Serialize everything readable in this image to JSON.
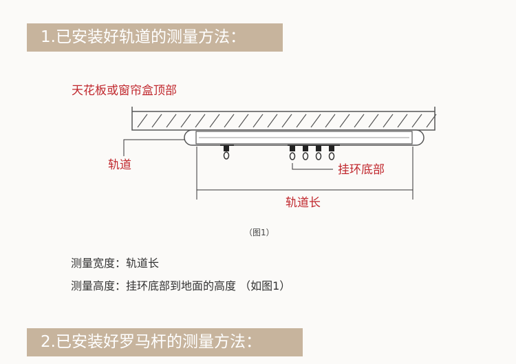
{
  "section1": {
    "title": "1.已安装好轨道的测量方法："
  },
  "diagram": {
    "label_ceiling": "天花板或窗帘盒顶部",
    "label_track": "轨道",
    "label_hook_bottom": "挂环底部",
    "label_track_length": "轨道长",
    "caption": "（图1）",
    "label_color": "#c0272d"
  },
  "notes": {
    "width": "测量宽度：轨道长",
    "height": "测量高度：挂环底部到地面的高度 （如图1）"
  },
  "section2": {
    "title": "2.已安装好罗马杆的测量方法："
  },
  "colors": {
    "banner_bg": "#c7b49d",
    "banner_text": "#ffffff"
  }
}
